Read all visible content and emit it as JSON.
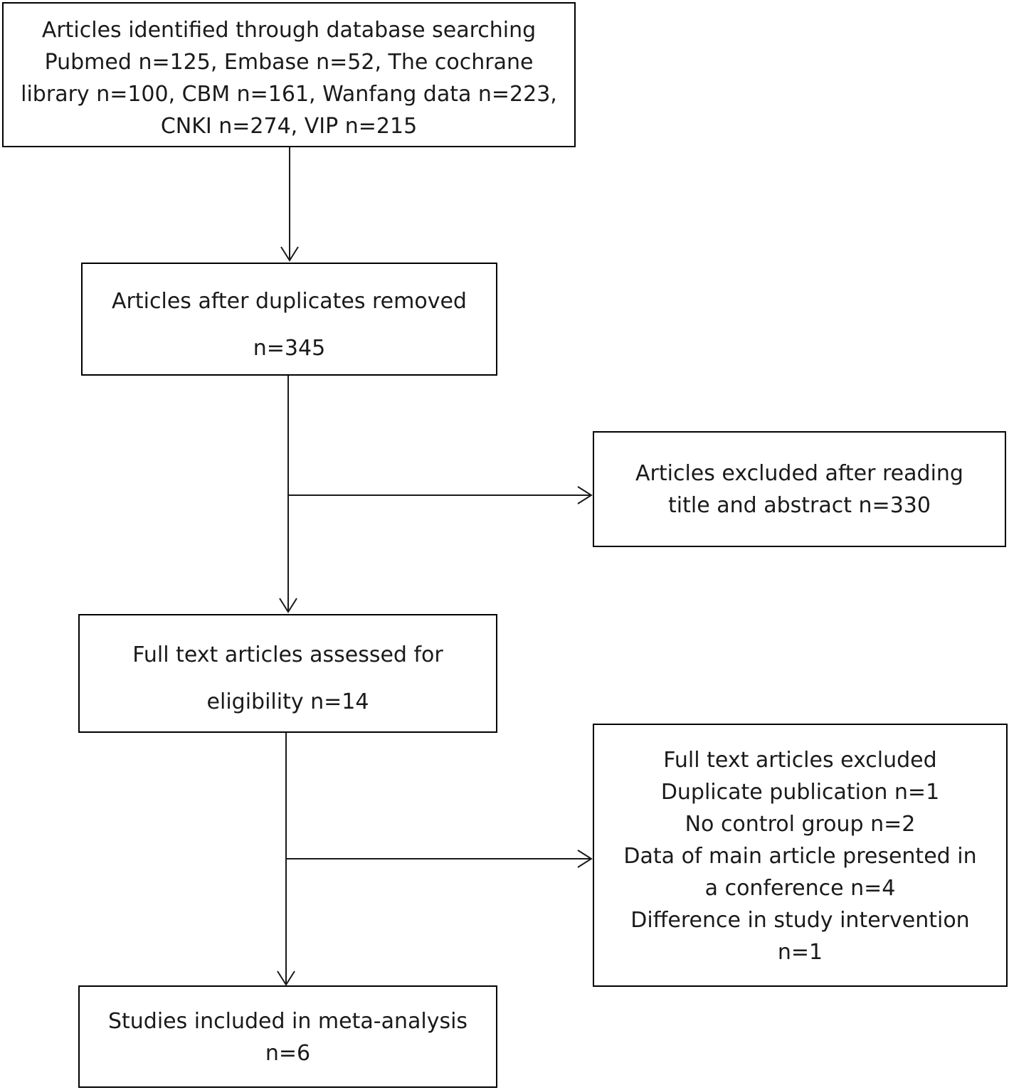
{
  "flowchart": {
    "identified": {
      "lines": [
        "Articles identified through database searching",
        "Pubmed n=125, Embase n=52, The cochrane",
        "library n=100, CBM n=161, Wanfang data n=223,",
        "CNKI n=274, VIP n=215"
      ]
    },
    "after_duplicates": {
      "lines": [
        "Articles after duplicates removed",
        "n=345"
      ]
    },
    "excluded_title_abstract": {
      "lines": [
        "Articles excluded after reading",
        "title and abstract n=330"
      ]
    },
    "full_text_assessed": {
      "lines": [
        "Full text articles assessed for",
        "eligibility n=14"
      ]
    },
    "full_text_excluded": {
      "lines": [
        "Full text articles excluded",
        "Duplicate publication n=1",
        "No control group n=2",
        "Data of main article presented in",
        "a conference n=4",
        "Difference in study intervention",
        "n=1"
      ]
    },
    "included": {
      "lines": [
        "Studies included in meta-analysis",
        "n=6"
      ]
    }
  }
}
